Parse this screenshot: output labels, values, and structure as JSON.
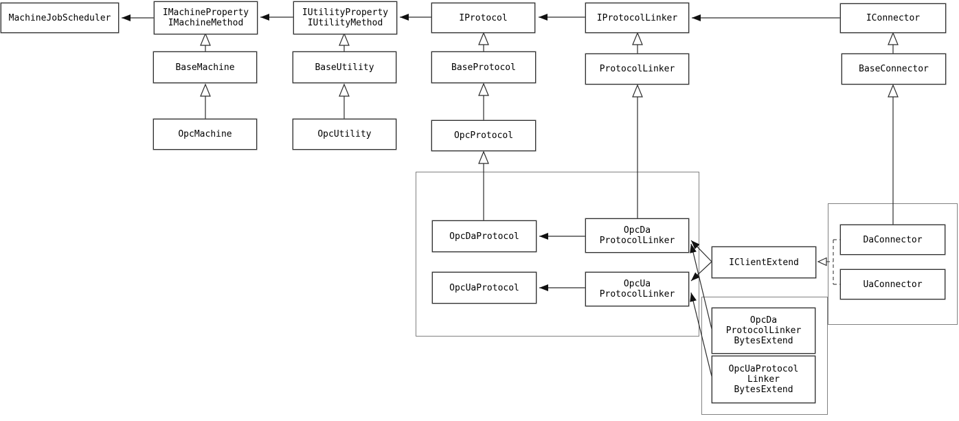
{
  "diagram_type": "uml-class-diagram",
  "colors": {
    "background": "#ffffff",
    "node_fill": "#ffffff",
    "node_border": "#303030",
    "group_border": "#808080",
    "edge_line": "#2b2b2b",
    "text": "#000000"
  },
  "nodes": {
    "machine_job_scheduler": {
      "label": [
        "MachineJobScheduler"
      ]
    },
    "i_machine": {
      "label": [
        "IMachineProperty",
        "IMachineMethod"
      ]
    },
    "i_utility": {
      "label": [
        "IUtilityProperty",
        "IUtilityMethod"
      ]
    },
    "i_protocol": {
      "label": [
        "IProtocol"
      ]
    },
    "i_protocol_linker": {
      "label": [
        "IProtocolLinker"
      ]
    },
    "i_connector": {
      "label": [
        "IConnector"
      ]
    },
    "base_machine": {
      "label": [
        "BaseMachine"
      ]
    },
    "base_utility": {
      "label": [
        "BaseUtility"
      ]
    },
    "base_protocol": {
      "label": [
        "BaseProtocol"
      ]
    },
    "protocol_linker": {
      "label": [
        "ProtocolLinker"
      ]
    },
    "base_connector": {
      "label": [
        "BaseConnector"
      ]
    },
    "opc_machine": {
      "label": [
        "OpcMachine"
      ]
    },
    "opc_utility": {
      "label": [
        "OpcUtility"
      ]
    },
    "opc_protocol": {
      "label": [
        "OpcProtocol"
      ]
    },
    "opc_da_protocol": {
      "label": [
        "OpcDaProtocol"
      ]
    },
    "opc_ua_protocol": {
      "label": [
        "OpcUaProtocol"
      ]
    },
    "opc_da_protocol_linker": {
      "label": [
        "OpcDa",
        "ProtocolLinker"
      ]
    },
    "opc_ua_protocol_linker": {
      "label": [
        "OpcUa",
        "ProtocolLinker"
      ]
    },
    "i_client_extend": {
      "label": [
        "IClientExtend"
      ]
    },
    "da_connector": {
      "label": [
        "DaConnector"
      ]
    },
    "ua_connector": {
      "label": [
        "UaConnector"
      ]
    },
    "opc_da_protocol_linker_bytes_extend": {
      "label": [
        "OpcDa",
        "ProtocolLinker",
        "BytesExtend"
      ]
    },
    "opc_ua_protocol_linker_bytes_extend": {
      "label": [
        "OpcUaProtocol",
        "Linker",
        "BytesExtend"
      ]
    }
  },
  "edges": [
    {
      "from": "i_machine",
      "to": "machine_job_scheduler",
      "type": "arrow"
    },
    {
      "from": "i_utility",
      "to": "i_machine",
      "type": "arrow"
    },
    {
      "from": "i_protocol",
      "to": "i_utility",
      "type": "arrow"
    },
    {
      "from": "i_protocol_linker",
      "to": "i_protocol",
      "type": "arrow"
    },
    {
      "from": "i_connector",
      "to": "i_protocol_linker",
      "type": "arrow"
    },
    {
      "from": "opc_da_protocol_linker",
      "to": "opc_da_protocol",
      "type": "arrow"
    },
    {
      "from": "opc_ua_protocol_linker",
      "to": "opc_ua_protocol",
      "type": "arrow"
    },
    {
      "from": "i_client_extend",
      "to": "opc_da_protocol_linker",
      "type": "arrow"
    },
    {
      "from": "i_client_extend",
      "to": "opc_ua_protocol_linker",
      "type": "arrow"
    },
    {
      "from": "opc_da_protocol_linker_bytes_extend",
      "to": "opc_da_protocol_linker",
      "type": "arrow"
    },
    {
      "from": "opc_ua_protocol_linker_bytes_extend",
      "to": "opc_ua_protocol_linker",
      "type": "arrow"
    },
    {
      "from": "base_machine",
      "to": "i_machine",
      "type": "inheritance"
    },
    {
      "from": "opc_machine",
      "to": "base_machine",
      "type": "inheritance"
    },
    {
      "from": "base_utility",
      "to": "i_utility",
      "type": "inheritance"
    },
    {
      "from": "opc_utility",
      "to": "base_utility",
      "type": "inheritance"
    },
    {
      "from": "base_protocol",
      "to": "i_protocol",
      "type": "inheritance"
    },
    {
      "from": "opc_protocol",
      "to": "base_protocol",
      "type": "inheritance"
    },
    {
      "from": "opc_da_protocol",
      "to": "opc_protocol",
      "type": "inheritance"
    },
    {
      "from": "protocol_linker",
      "to": "i_protocol_linker",
      "type": "inheritance"
    },
    {
      "from": "opc_da_protocol_linker",
      "to": "protocol_linker",
      "type": "inheritance"
    },
    {
      "from": "base_connector",
      "to": "i_connector",
      "type": "inheritance"
    },
    {
      "from": "da_connector",
      "to": "base_connector",
      "type": "inheritance"
    },
    {
      "from": "da_connector",
      "to": "i_client_extend",
      "type": "realization"
    },
    {
      "from": "ua_connector",
      "to": "i_client_extend",
      "type": "realization"
    }
  ]
}
